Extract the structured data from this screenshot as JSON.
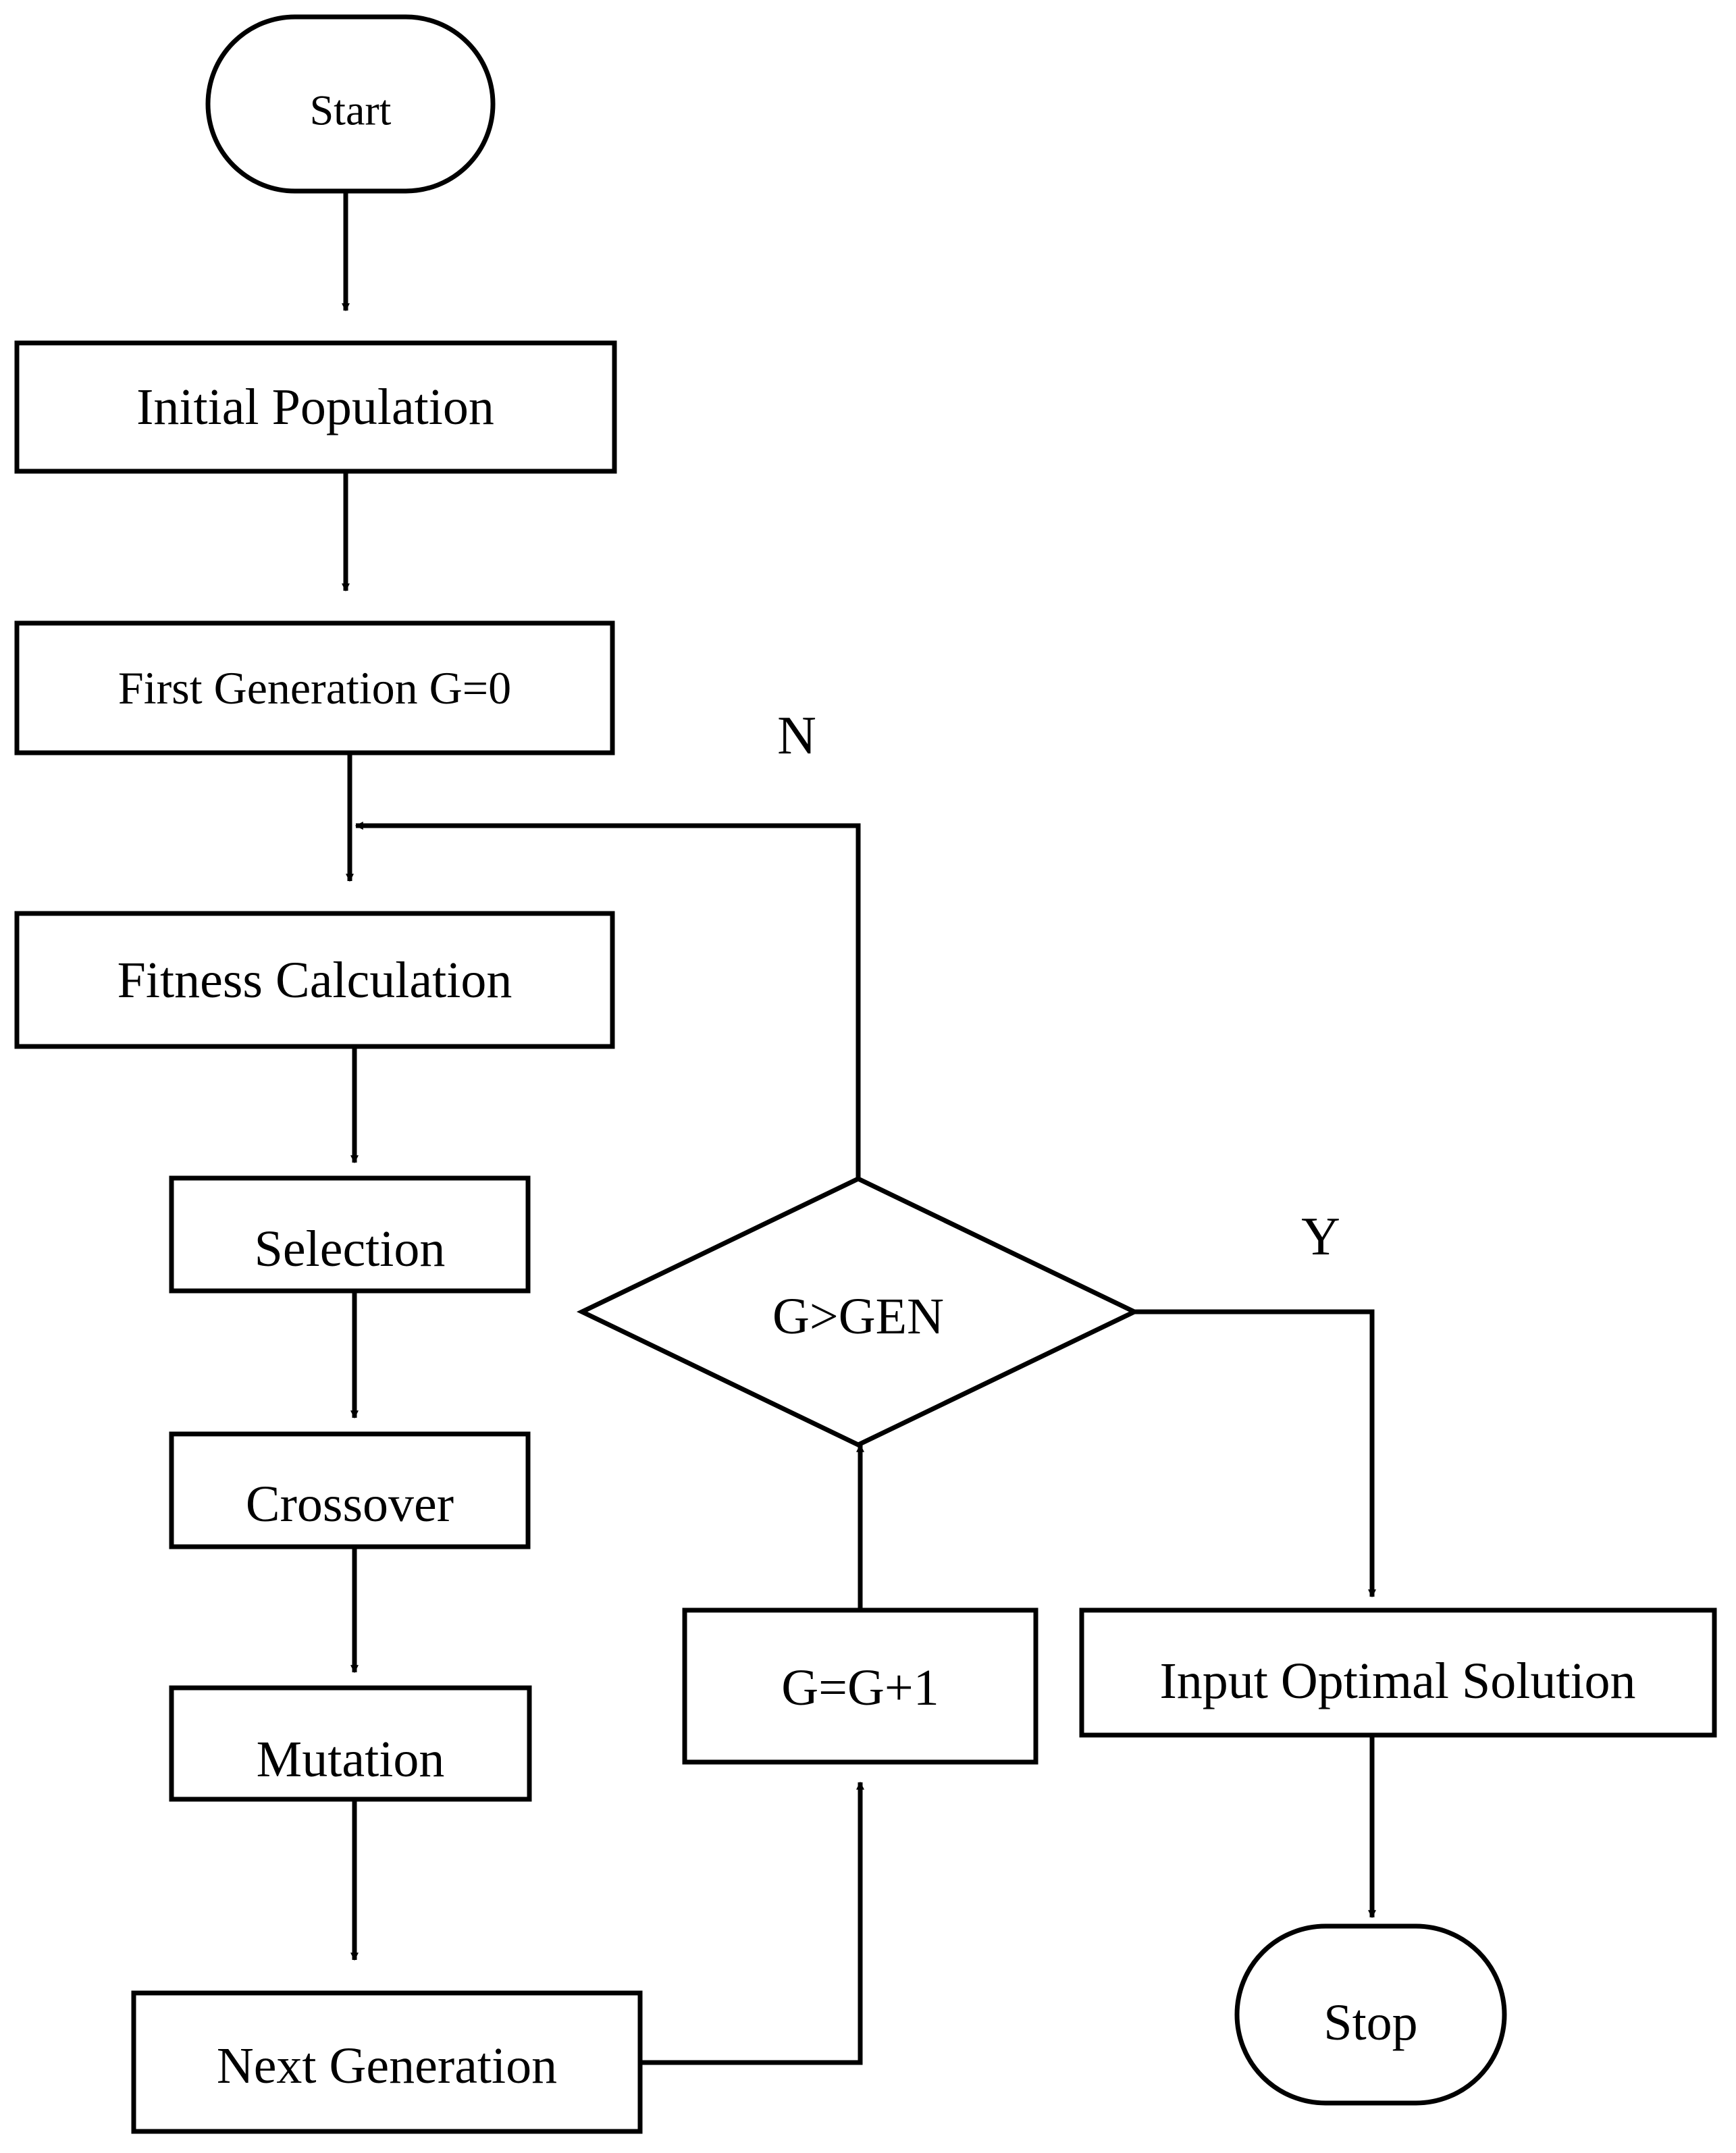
{
  "diagram": {
    "type": "flowchart",
    "nodes": {
      "start": "Start",
      "initial_population": "Initial Population",
      "first_generation": "First Generation G=0",
      "fitness_calculation": "Fitness Calculation",
      "selection": "Selection",
      "crossover": "Crossover",
      "mutation": "Mutation",
      "next_generation": "Next Generation",
      "increment": "G=G+1",
      "decision": "G>GEN",
      "output": "Input Optimal Solution",
      "stop": "Stop"
    },
    "branch_labels": {
      "no": "N",
      "yes": "Y"
    },
    "edges": [
      {
        "from": "start",
        "to": "initial_population"
      },
      {
        "from": "initial_population",
        "to": "first_generation"
      },
      {
        "from": "first_generation",
        "to": "fitness_calculation"
      },
      {
        "from": "fitness_calculation",
        "to": "selection"
      },
      {
        "from": "selection",
        "to": "crossover"
      },
      {
        "from": "crossover",
        "to": "mutation"
      },
      {
        "from": "mutation",
        "to": "next_generation"
      },
      {
        "from": "next_generation",
        "to": "increment"
      },
      {
        "from": "increment",
        "to": "decision"
      },
      {
        "from": "decision",
        "to": "fitness_calculation",
        "label": "N"
      },
      {
        "from": "decision",
        "to": "output",
        "label": "Y"
      },
      {
        "from": "output",
        "to": "stop"
      }
    ],
    "colors": {
      "stroke": "#000000",
      "fill": "#ffffff",
      "text": "#000000"
    }
  }
}
